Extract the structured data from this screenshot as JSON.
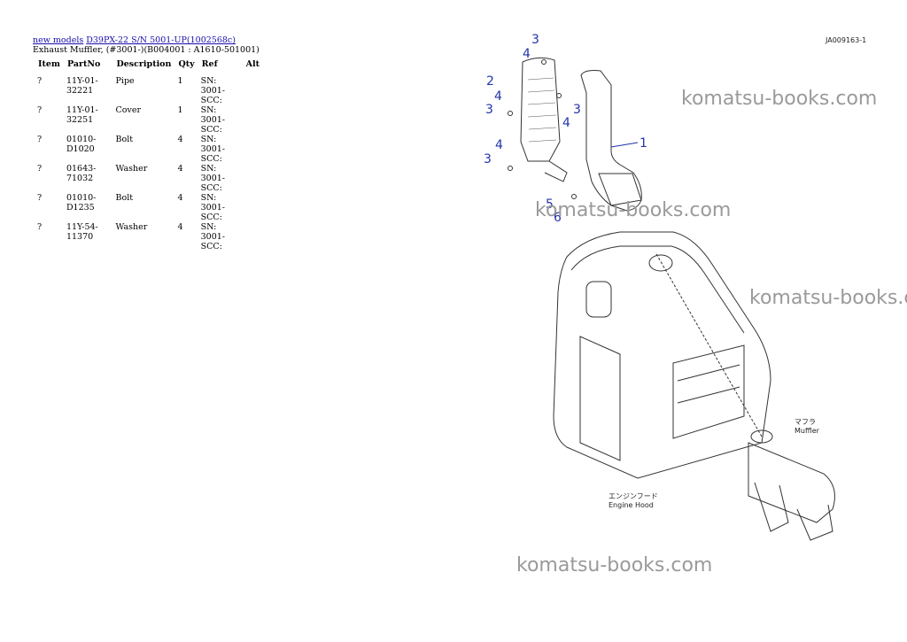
{
  "breadcrumb": {
    "link1": "new models",
    "link2": "D39PX-22 S/N 5001-UP(1002568c)"
  },
  "subtitle": "Exhaust Muffler, (#3001-)(B004001 : A1610-501001)",
  "table": {
    "headers": [
      "Item",
      "PartNo",
      "Description",
      "Qty",
      "Ref",
      "Alt"
    ],
    "rows": [
      {
        "item": "?",
        "partno": "11Y-01-32221",
        "desc": "Pipe",
        "qty": "1",
        "ref": "SN: 3001-SCC:",
        "alt": ""
      },
      {
        "item": "?",
        "partno": "11Y-01-32251",
        "desc": "Cover",
        "qty": "1",
        "ref": "SN: 3001-SCC:",
        "alt": ""
      },
      {
        "item": "?",
        "partno": "01010-D1020",
        "desc": "Bolt",
        "qty": "4",
        "ref": "SN: 3001-SCC:",
        "alt": ""
      },
      {
        "item": "?",
        "partno": "01643-71032",
        "desc": "Washer",
        "qty": "4",
        "ref": "SN: 3001-SCC:",
        "alt": ""
      },
      {
        "item": "?",
        "partno": "01010-D1235",
        "desc": "Bolt",
        "qty": "4",
        "ref": "SN: 3001-SCC:",
        "alt": ""
      },
      {
        "item": "?",
        "partno": "11Y-54-11370",
        "desc": "Washer",
        "qty": "4",
        "ref": "SN: 3001-SCC:",
        "alt": ""
      }
    ]
  },
  "diagram": {
    "code": "JA009163-1",
    "callouts": [
      "3",
      "4",
      "2",
      "4",
      "3",
      "3",
      "4",
      "1",
      "4",
      "3",
      "5",
      "6"
    ],
    "muffler_jp": "マフラ",
    "muffler_en": "Muffler",
    "hood_jp": "エンジンフード",
    "hood_en": "Engine Hood"
  },
  "watermark": "komatsu-books.com",
  "colors": {
    "link": "#1a0dab",
    "callout": "#2233aa",
    "watermark": "#9a9a9a"
  }
}
